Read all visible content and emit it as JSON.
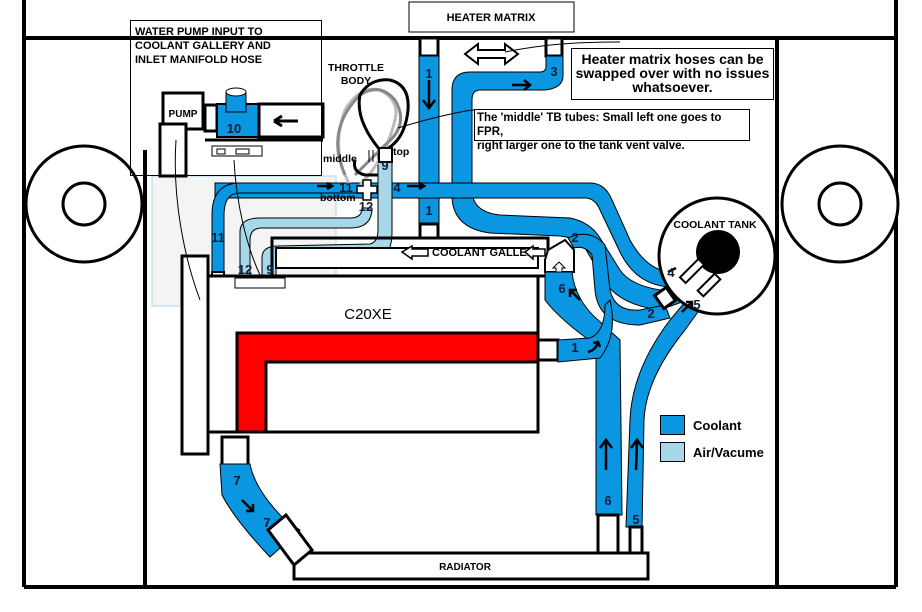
{
  "diagram": {
    "title_engine": "C20XE",
    "components": {
      "heater_matrix": "HEATER MATRIX",
      "radiator": "RADIATOR",
      "coolant_tank": "COOLANT TANK",
      "throttle_body": [
        "THROTTLE",
        "BODY"
      ],
      "coolant_gallery": "COOLANT GALLERY",
      "pump": "PUMP"
    },
    "throttle_labels": {
      "top": "top",
      "middle": "middle",
      "bottom": "bottom"
    },
    "notes": {
      "heater_swap": [
        "Heater matrix hoses can be",
        "swapped over with no issues",
        "whatsoever."
      ],
      "tb_tubes": [
        "The 'middle' TB tubes: Small left one goes to FPR,",
        "right larger one to the tank vent valve."
      ],
      "water_pump": [
        "WATER PUMP  INPUT   TO",
        "COOLANT GALLERY AND",
        "INLET MANIFOLD HOSE"
      ]
    },
    "hose_numbers": {
      "h1a": "1",
      "h1b": "1",
      "h1c": "1",
      "h2a": "2",
      "h2b": "2",
      "h3": "3",
      "h4a": "4",
      "h4b": "4",
      "h5a": "5",
      "h5b": "5",
      "h6a": "6",
      "h6b": "6",
      "h7a": "7",
      "h7b": "7",
      "h9a": "9",
      "h9b": "9",
      "h10": "10",
      "h11a": "11",
      "h11b": "11",
      "h12a": "12",
      "h12b": "12"
    },
    "legend": [
      {
        "label": "Coolant",
        "color": "#0a96e0"
      },
      {
        "label": "Air/Vacume",
        "color": "#a6d8ea"
      }
    ],
    "colors": {
      "coolant": "#0a96e0",
      "air": "#a6d8ea",
      "hot_passage": "#ff0000",
      "outline": "#000000"
    }
  }
}
